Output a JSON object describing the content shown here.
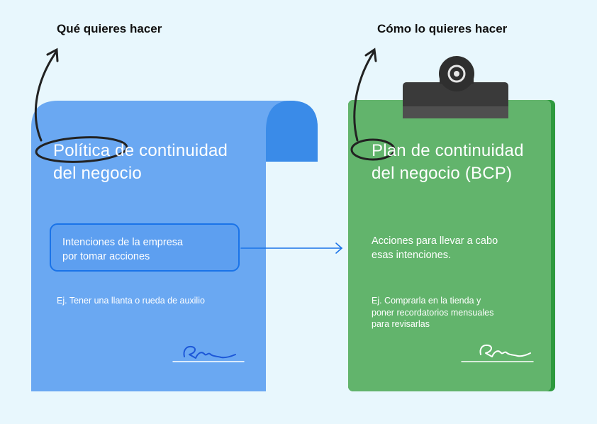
{
  "captions": {
    "what": "Qué quieres hacer",
    "how": "Cómo lo quieres hacer"
  },
  "policy": {
    "title_lines": [
      "Política de continuidad",
      "del negocio"
    ],
    "intent_lines": [
      "Intenciones de la empresa",
      "por tomar acciones"
    ],
    "example": "Ej. Tener una llanta o rueda de auxilio"
  },
  "plan": {
    "title_lines": [
      "Plan de continuidad",
      "del negocio (BCP)"
    ],
    "action_lines": [
      "Acciones para llevar a cabo",
      "esas intenciones."
    ],
    "example_lines": [
      "Ej. Comprarla en la tienda y",
      "poner recordatorios mensuales",
      "para revisarlas"
    ]
  },
  "colors": {
    "background": "#e8f7fd",
    "scroll_blue": "#6aa8f2",
    "scroll_dark_blue": "#3a8be8",
    "clipboard_green": "#62b46c",
    "clipboard_dark_green": "#2e9a3e",
    "clip_gray": "#3a3a3a",
    "arrow_blue": "#1a73e8"
  },
  "icons": [
    "curved-arrow-icon",
    "signature-icon",
    "clipboard-clip-icon",
    "right-arrow-icon"
  ]
}
